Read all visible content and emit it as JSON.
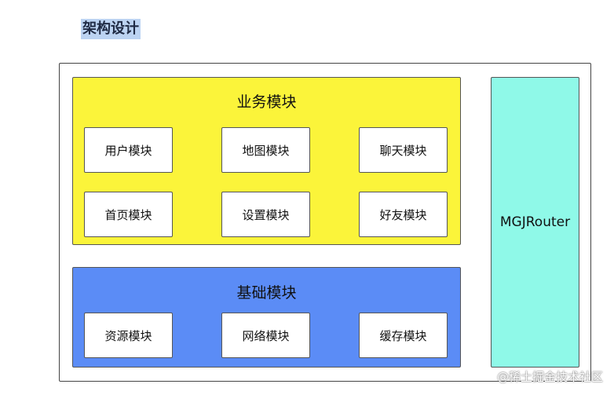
{
  "heading": "架构设计",
  "business_group": {
    "title": "业务模块",
    "modules": [
      "用户模块",
      "地图模块",
      "聊天模块",
      "首页模块",
      "设置模块",
      "好友模块"
    ]
  },
  "base_group": {
    "title": "基础模块",
    "modules": [
      "资源模块",
      "网络模块",
      "缓存模块"
    ]
  },
  "router": {
    "label": "MGJRouter"
  },
  "watermark": "@稀土掘金技术社区",
  "colors": {
    "business_fill": "#fbf43a",
    "base_fill": "#5b8cf6",
    "router_fill": "#8ff9e8",
    "heading_highlight": "#bcd3f2"
  }
}
